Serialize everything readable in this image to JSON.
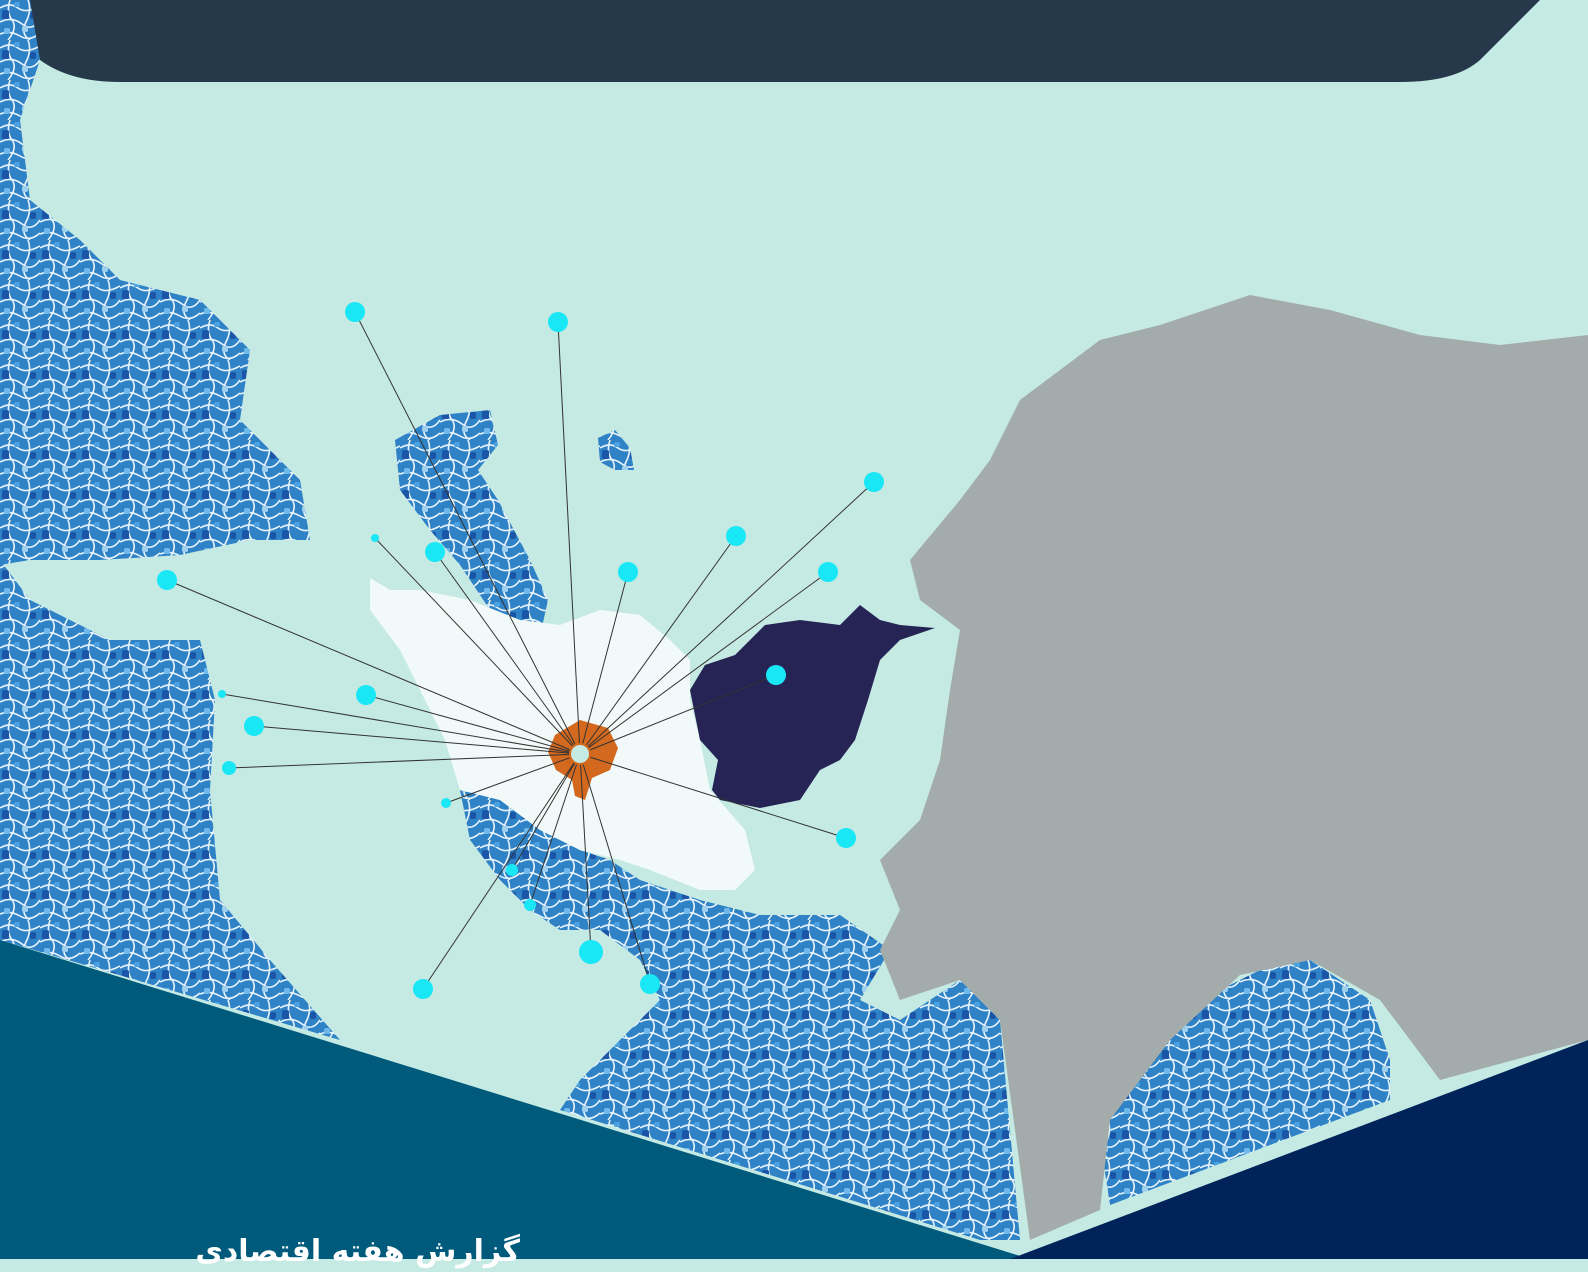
{
  "colors": {
    "land_background": "#c5eae3",
    "water": "#2f82c6",
    "water_dark": "#1a55a8",
    "water_light": "#9fd0ee",
    "origin_country": "#f2faf9",
    "origin_city": "#d2691e",
    "partner_country": "#262355",
    "east_region": "#a4acab",
    "header_bar": "#26394b",
    "footer_teal": "#005a7c",
    "footer_navy": "#00235a",
    "node": "#19e7f5",
    "link": "#333333"
  },
  "icons": {
    "nodes": "cyan-circle",
    "origin": "hub-circle"
  },
  "map": {
    "links": [
      {
        "label": "",
        "r": 10
      },
      {
        "label": "",
        "r": 10
      },
      {
        "label": "",
        "r": 10
      },
      {
        "label": "",
        "r": 10
      },
      {
        "label": "",
        "r": 10
      },
      {
        "label": "",
        "r": 10
      },
      {
        "label": "",
        "r": 10
      },
      {
        "label": "",
        "r": 4
      },
      {
        "label": "",
        "r": 10
      },
      {
        "label": "",
        "r": 10
      },
      {
        "label": "",
        "r": 4
      },
      {
        "label": "",
        "r": 10
      },
      {
        "label": "",
        "r": 7
      },
      {
        "label": "",
        "r": 10
      },
      {
        "label": "",
        "r": 5
      },
      {
        "label": "",
        "r": 6
      },
      {
        "label": "",
        "r": 6
      },
      {
        "label": "",
        "r": 12
      },
      {
        "label": "",
        "r": 10
      },
      {
        "label": "",
        "r": 10
      },
      {
        "label": "",
        "r": 10
      }
    ]
  },
  "footer": {
    "caption": "گزارش هفته اقتصادی"
  }
}
